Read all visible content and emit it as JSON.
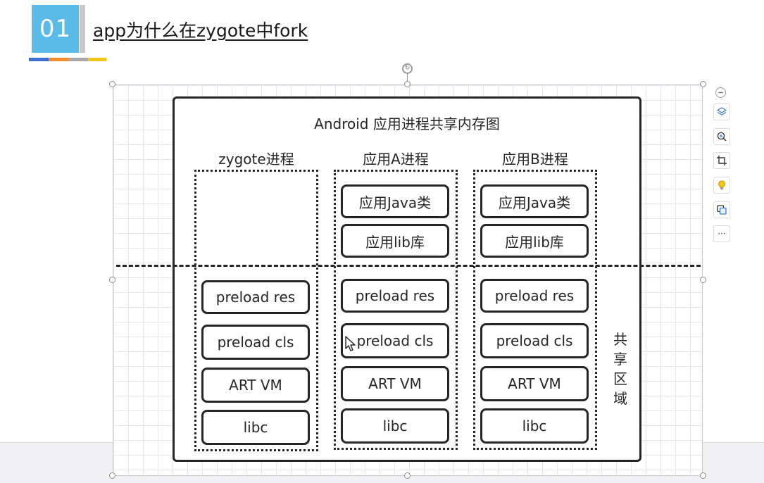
{
  "slide": {
    "number": "01",
    "title": "app为什么在zygote中fork",
    "accent_bar_colors": [
      "#3d6fd1",
      "#f08c2a",
      "#a8a8a8",
      "#f5c518"
    ]
  },
  "diagram": {
    "title": "Android 应用进程共享内存图",
    "columns": [
      {
        "title": "zygote进程",
        "private_boxes": [],
        "shared_boxes": [
          "preload res",
          "preload cls",
          "ART VM",
          "libc"
        ]
      },
      {
        "title": "应用A进程",
        "private_boxes": [
          "应用Java类",
          "应用lib库"
        ],
        "shared_boxes": [
          "preload res",
          "preload cls",
          "ART VM",
          "libc"
        ]
      },
      {
        "title": "应用B进程",
        "private_boxes": [
          "应用Java类",
          "应用lib库"
        ],
        "shared_boxes": [
          "preload res",
          "preload cls",
          "ART VM",
          "libc"
        ]
      }
    ],
    "shared_area_label": [
      "共",
      "享",
      "区",
      "域"
    ]
  },
  "toolbar": {
    "buttons": [
      "collapse-icon",
      "layers-icon",
      "zoom-in-icon",
      "crop-icon",
      "lightbulb-icon",
      "duplicate-icon",
      "more-icon"
    ],
    "more_label": "···"
  }
}
